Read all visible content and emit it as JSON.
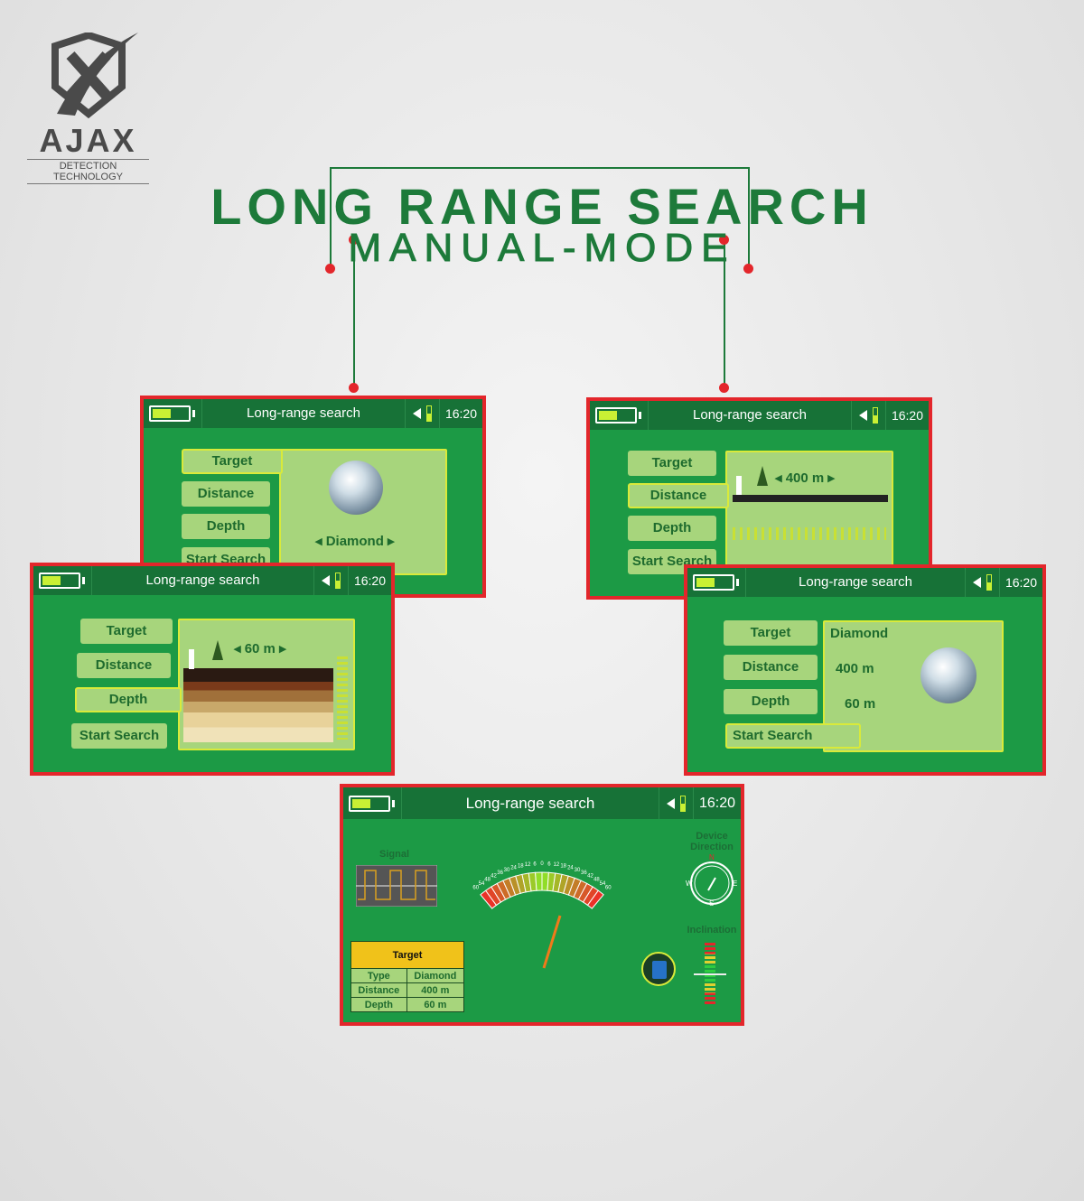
{
  "brand": {
    "name": "AJAX",
    "tagline": "DETECTION TECHNOLOGY"
  },
  "heading": {
    "line1": "LONG RANGE SEARCH",
    "line2": "MANUAL-MODE"
  },
  "colors": {
    "accent_green": "#1d7a3a",
    "frame_red": "#e3262b",
    "screen_green": "#1c9a45",
    "panel_green": "#a7d57c",
    "highlight_yellow": "#d9ea3a"
  },
  "screen": {
    "title": "Long-range search",
    "time": "16:20"
  },
  "menu": {
    "target": "Target",
    "distance": "Distance",
    "depth": "Depth",
    "start": "Start Search"
  },
  "screen1": {
    "target_value": "Diamond"
  },
  "screen2": {
    "distance_value": "400 m"
  },
  "screen3": {
    "depth_value": "60 m"
  },
  "screen4": {
    "target": "Diamond",
    "distance": "400 m",
    "depth": "60 m"
  },
  "screen5": {
    "signal_label": "Signal",
    "direction_label": "Device Direction",
    "inclination_label": "Inclination",
    "compass": {
      "n": "N",
      "e": "E",
      "s": "S",
      "w": "W"
    },
    "gauge_ticks": [
      "60",
      "54",
      "48",
      "42",
      "36",
      "30",
      "24",
      "18",
      "12",
      "6",
      "0",
      "6",
      "12",
      "18",
      "24",
      "30",
      "36",
      "42",
      "48",
      "54",
      "60"
    ],
    "table": {
      "header": "Target",
      "rows": [
        [
          "Type",
          "Diamond"
        ],
        [
          "Distance",
          "400 m"
        ],
        [
          "Depth",
          "60  m"
        ]
      ]
    }
  }
}
